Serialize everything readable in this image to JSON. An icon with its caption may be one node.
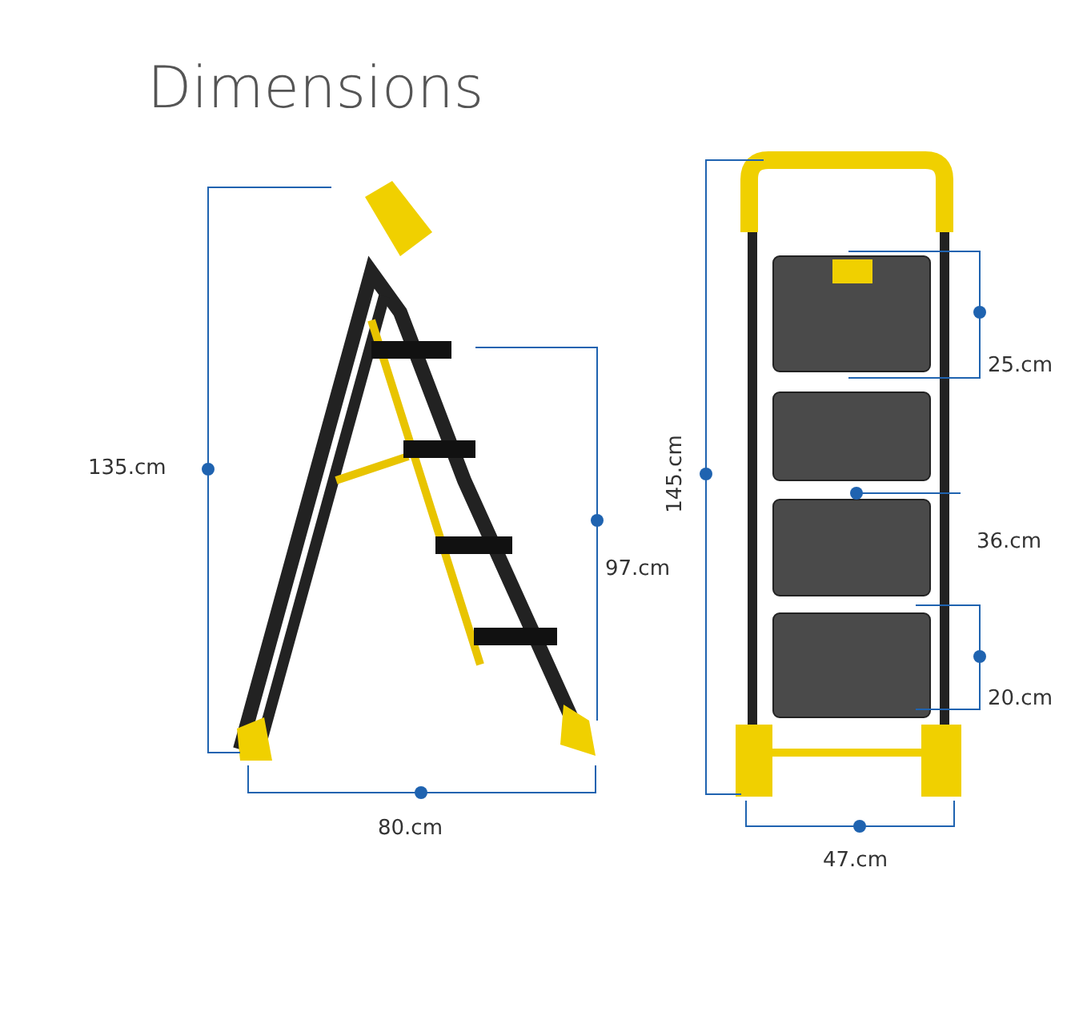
{
  "diagram": {
    "title": "Dimensions",
    "labels": [
      "135.cm",
      "97.cm",
      "80.cm",
      "145.cm",
      "25.cm",
      "36.cm",
      "20.cm",
      "47.cm"
    ]
  }
}
